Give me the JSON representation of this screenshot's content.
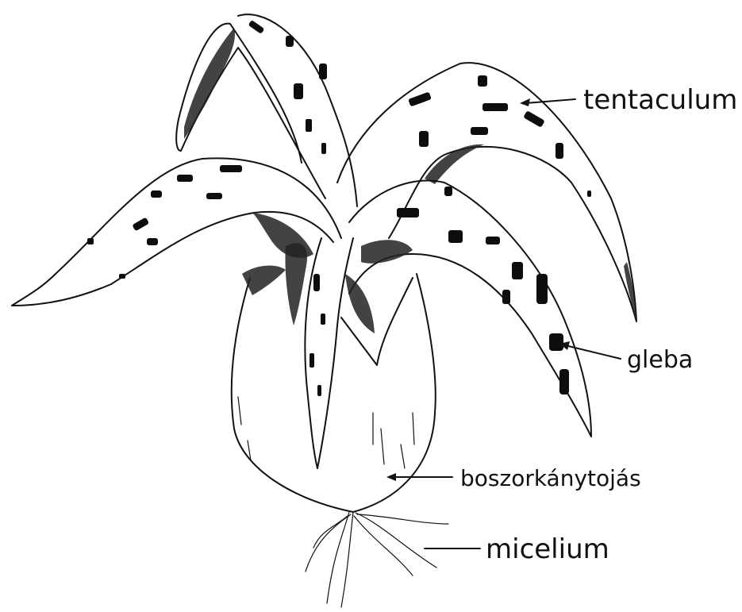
{
  "labels": {
    "tentaculum": "tentaculum",
    "gleba": "gleba",
    "boszorkanytojas": "boszorkánytojás",
    "micelium": "micelium"
  },
  "colors": {
    "ink": "#111111",
    "paper": "#ffffff"
  }
}
